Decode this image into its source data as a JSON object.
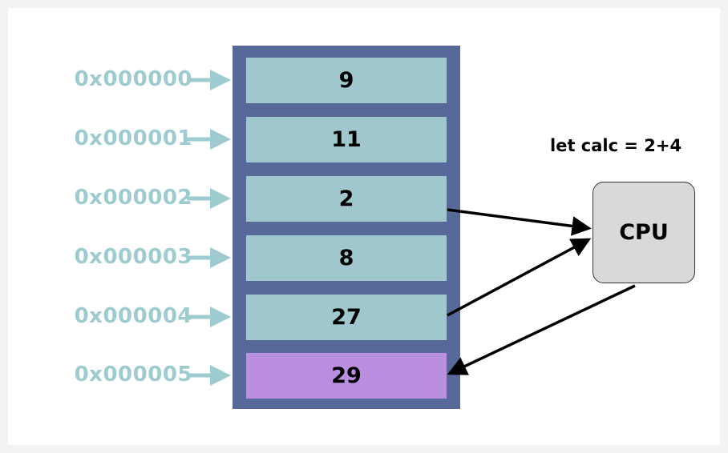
{
  "memory": [
    {
      "address": "0x000000",
      "value": "9"
    },
    {
      "address": "0x000001",
      "value": "11"
    },
    {
      "address": "0x000002",
      "value": "2"
    },
    {
      "address": "0x000003",
      "value": "8"
    },
    {
      "address": "0x000004",
      "value": "27"
    },
    {
      "address": "0x000005",
      "value": "29"
    }
  ],
  "code": "let calc = 2+4",
  "cpu_label": "CPU",
  "colors": {
    "address_text": "#9ecbd0",
    "pointer_arrow": "#9ecbd0",
    "memory_column": "#566999",
    "cell": "#9fc7cd",
    "result_cell": "#bb8fe0",
    "cpu_fill": "#d9d9d9",
    "flow_arrow": "#000000"
  },
  "result_index": 5,
  "flows": [
    {
      "from": "cell-2",
      "to": "cpu"
    },
    {
      "from": "cell-4",
      "to": "cpu"
    },
    {
      "from": "cpu",
      "to": "cell-5"
    }
  ]
}
